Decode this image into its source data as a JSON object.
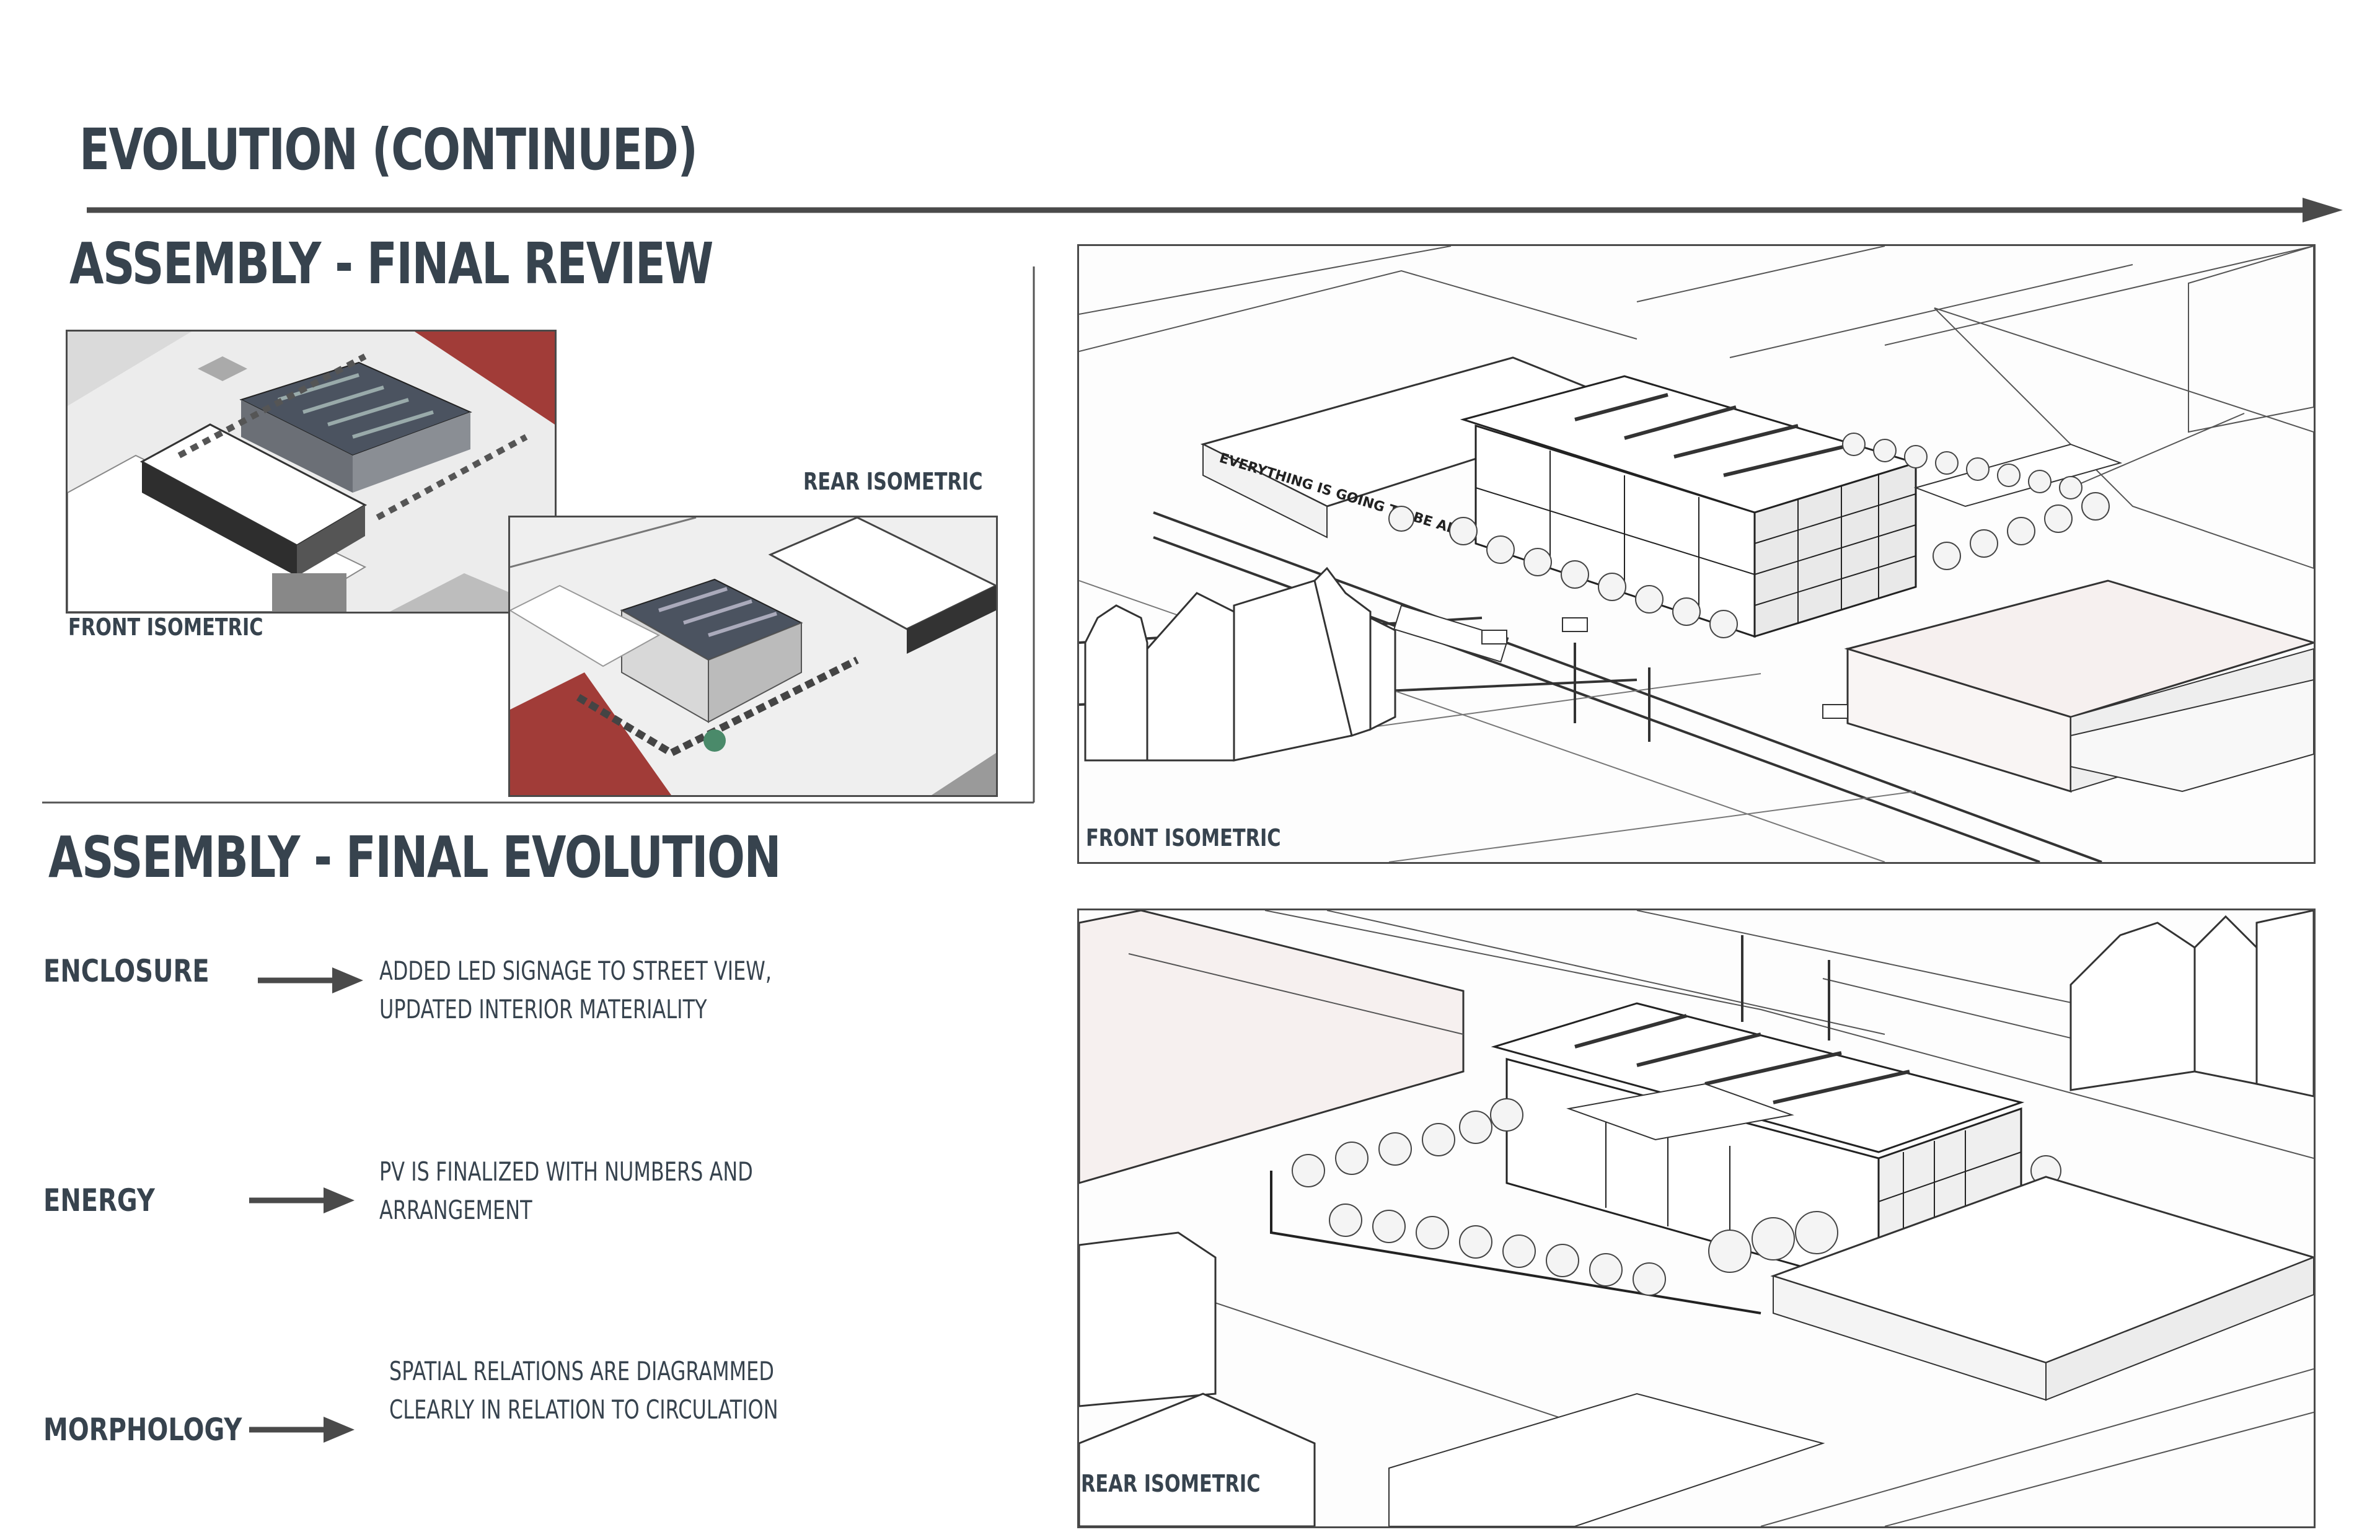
{
  "header": {
    "title": "EVOLUTION (CONTINUED)"
  },
  "review": {
    "heading": "ASSEMBLY - FINAL REVIEW",
    "front_label": "FRONT ISOMETRIC",
    "rear_label": "REAR ISOMETRIC"
  },
  "evolution": {
    "heading": "ASSEMBLY - FINAL EVOLUTION",
    "items": [
      {
        "title": "ENCLOSURE",
        "line1": "ADDED LED SIGNAGE TO STREET VIEW,",
        "line2": "UPDATED INTERIOR MATERIALITY"
      },
      {
        "title": "ENERGY",
        "line1": "PV IS FINALIZED WITH NUMBERS AND",
        "line2": "ARRANGEMENT"
      },
      {
        "title": "MORPHOLOGY",
        "line1": "SPATIAL RELATIONS ARE DIAGRAMMED",
        "line2": "CLEARLY IN RELATION TO CIRCULATION"
      }
    ]
  },
  "views": {
    "front_label": "FRONT ISOMETRIC",
    "rear_label": "REAR ISOMETRIC",
    "signage": "EVERYTHING IS GOING TO BE ALRIGHT"
  },
  "colors": {
    "text": "#37434e",
    "accent_red": "#a13c38",
    "roof": "#4b5360",
    "line": "#4a4a4a"
  }
}
